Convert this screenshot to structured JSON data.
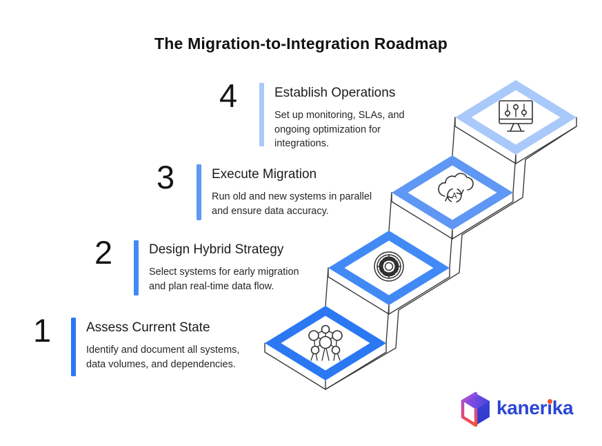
{
  "title": "The Migration-to-Integration Roadmap",
  "steps": [
    {
      "number": "1",
      "title": "Assess Current State",
      "description": "Identify and document all systems, data volumes, and dependencies.",
      "accent": "#2B78F2",
      "icon": "network-nodes-icon"
    },
    {
      "number": "2",
      "title": "Design Hybrid Strategy",
      "description": "Select systems for early migration and plan real-time data flow.",
      "accent": "#418AF6",
      "icon": "hub-wheel-icon"
    },
    {
      "number": "3",
      "title": "Execute Migration",
      "description": "Run old and new systems in parallel and ensure data accuracy.",
      "accent": "#5E97F4",
      "icon": "cloud-sync-icon"
    },
    {
      "number": "4",
      "title": "Establish Operations",
      "description": "Set up monitoring, SLAs, and ongoing optimization for integrations.",
      "accent": "#A9C9FA",
      "icon": "monitor-controls-icon"
    }
  ],
  "diagram": {
    "outline_color": "#3a3a3a",
    "cloud_sync_letter": "A"
  },
  "logo": {
    "text": "kanerıka",
    "text_color": "#2B46D4",
    "dot_color": "#F4502B"
  }
}
